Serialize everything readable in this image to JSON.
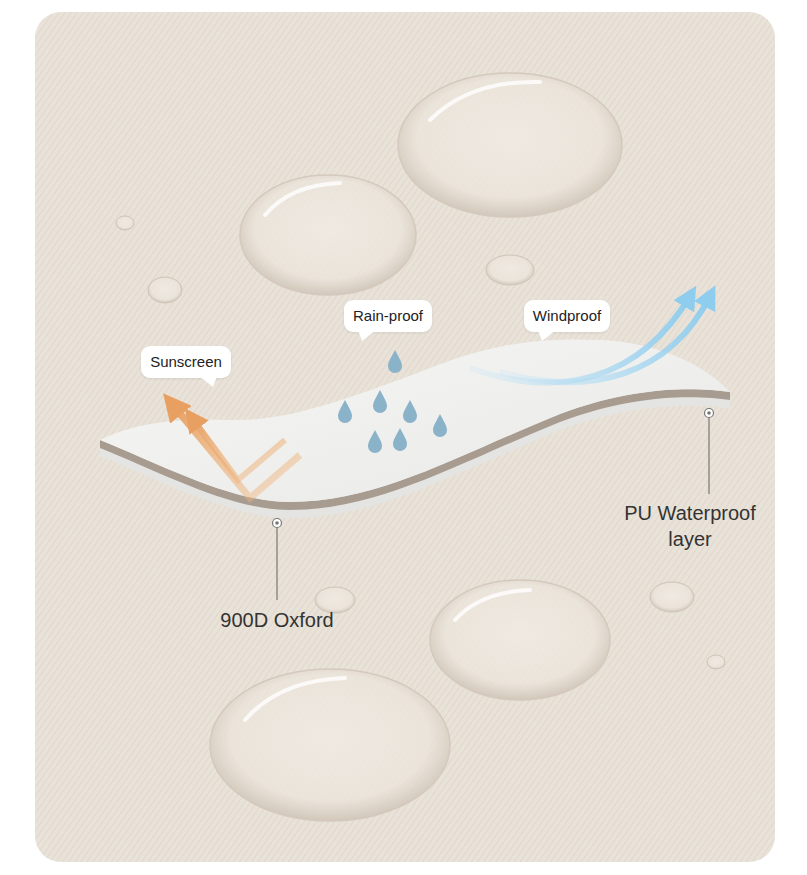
{
  "diagram": {
    "nodes": [
      {
        "text": [
          "Rain-proof"
        ]
      },
      {
        "text": [
          "Windproof"
        ]
      },
      {
        "text": [
          "Sunscreen"
        ]
      }
    ],
    "labels": [
      "PU Waterproof layer",
      "900D Oxford"
    ]
  }
}
